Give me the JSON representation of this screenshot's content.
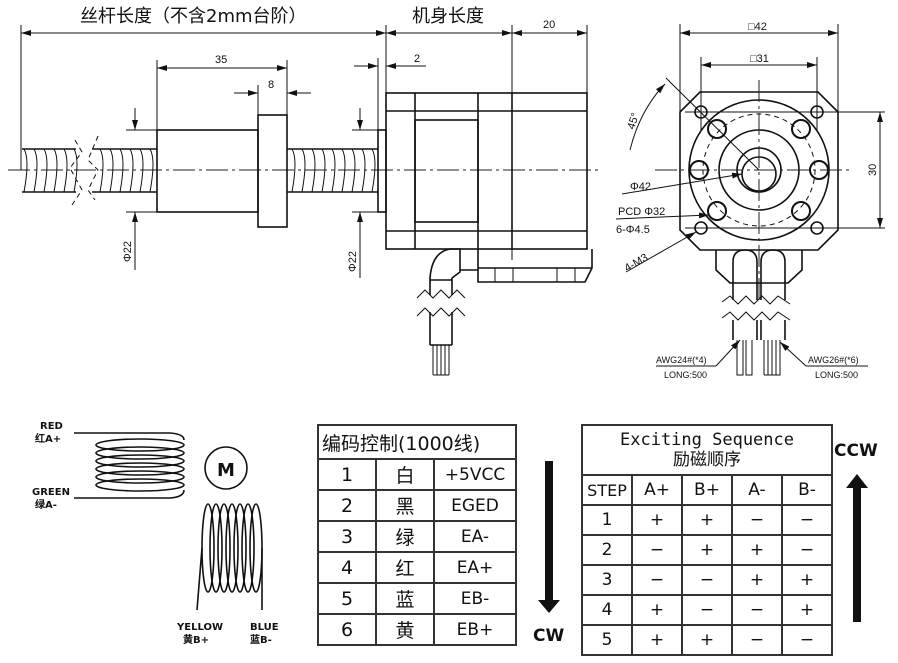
{
  "side_view": {
    "screw_length_label": "丝杆长度（不含2mm台阶）",
    "motor_length_label": "机身长度",
    "dim_20": "20",
    "dim_35": "35",
    "dim_8": "8",
    "dim_2": "2",
    "dia_22_left": "Φ22",
    "dia_22_right": "Φ22"
  },
  "front_view": {
    "square_42": "□42",
    "square_31": "□31",
    "angle_45": "45°",
    "dim_30": "30",
    "dia_42": "Φ42",
    "pcd": "PCD Φ32",
    "holes": "6-Φ4.5",
    "threads": "4-M3",
    "cable_left_1": "AWG24#(*4)",
    "cable_left_2": "LONG:500",
    "cable_right_1": "AWG26#(*6)",
    "cable_right_2": "LONG:500"
  },
  "wiring": {
    "red_en": "RED",
    "red_cn": "红A+",
    "green_en": "GREEN",
    "green_cn": "绿A-",
    "yellow_en": "YELLOW",
    "yellow_cn": "黄B+",
    "blue_en": "BLUE",
    "blue_cn": "蓝B-",
    "motor_symbol": "M"
  },
  "encoder_table": {
    "title": "编码控制(1000线)",
    "rows": [
      {
        "no": "1",
        "color": "白",
        "signal": "+5VCC"
      },
      {
        "no": "2",
        "color": "黑",
        "signal": "EGED"
      },
      {
        "no": "3",
        "color": "绿",
        "signal": "EA-"
      },
      {
        "no": "4",
        "color": "红",
        "signal": "EA+"
      },
      {
        "no": "5",
        "color": "蓝",
        "signal": "EB-"
      },
      {
        "no": "6",
        "color": "黄",
        "signal": "EB+"
      }
    ]
  },
  "sequence_table": {
    "title_en": "Exciting Sequence",
    "title_cn": "励磁顺序",
    "headers": [
      "STEP",
      "A+",
      "B+",
      "A-",
      "B-"
    ],
    "rows": [
      [
        "1",
        "+",
        "+",
        "−",
        "−"
      ],
      [
        "2",
        "−",
        "+",
        "+",
        "−"
      ],
      [
        "3",
        "−",
        "−",
        "+",
        "+"
      ],
      [
        "4",
        "+",
        "−",
        "−",
        "+"
      ],
      [
        "5",
        "+",
        "+",
        "−",
        "−"
      ]
    ]
  },
  "directions": {
    "cw": "CW",
    "ccw": "CCW"
  }
}
